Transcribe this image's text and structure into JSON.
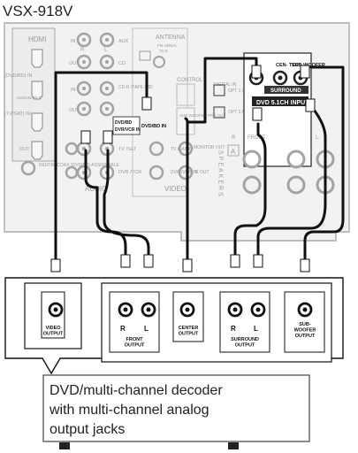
{
  "model_label": "VSX-918V",
  "receiver": {
    "hdmi_label": "HDMI",
    "hdmi_inputs": [
      "(DVD/BD) IN",
      "ASSIGNABLE",
      "(TV/SAT) IN",
      "OUT"
    ],
    "antenna_label": "ANTENNA",
    "fm_unbal_label": "FM UNBAL",
    "fm_ohm_label": "75 Ω",
    "control_label": "CONTROL",
    "audio_label": "AUDIO",
    "video_label": "VIDEO",
    "audio_jacks": [
      "AUX",
      "CD",
      "CD-R /TAPE /MD",
      "TV /SAT",
      "DVR /VCR",
      "IN",
      "OUT",
      "IN",
      "OUT"
    ],
    "audio_rl": [
      "R",
      "L"
    ],
    "dvdbd_in_label": "DVD/BD IN",
    "multi_dvd_labels": [
      "DVD/BD",
      "DVR/VCR IN"
    ],
    "video_jacks": [
      "DVD /BD IN",
      "TV /SAT IN",
      "DVR /VCR IN",
      "MONITOR OUT"
    ],
    "sub_preout_label": "SUB WOOFER PRE OUT",
    "r_out_label": "R OUT",
    "digital_in_label": "DIGITAL IN",
    "digital_coax_label": "DIGITAL COAX (DVD/BD) ASSIGNABLE",
    "opt_labels": [
      "OPT 1 (TV/SAT)",
      "OPT 2 ASSIGNABLE"
    ],
    "multi_in": {
      "center_label": "CEN- TER",
      "sub_label": "SUB WOOFER",
      "surround_label": "SURROUND",
      "title_label": "DVD 5.1CH INPUT"
    },
    "speakers_label": "SPEAKERS",
    "speaker_a_label": "A",
    "front_label": "FRONT",
    "front_rl": [
      "R",
      "L"
    ]
  },
  "player": {
    "groups": [
      {
        "name": "video",
        "label": "VIDEO OUTPUT"
      },
      {
        "name": "front",
        "label": "FRONT OUTPUT",
        "rl": [
          "R",
          "L"
        ]
      },
      {
        "name": "center",
        "label": "CENTER OUTPUT"
      },
      {
        "name": "surround",
        "label": "SURROUND OUTPUT",
        "rl": [
          "R",
          "L"
        ]
      },
      {
        "name": "subwoofer",
        "label": "SUB- WOOFER OUTPUT"
      }
    ]
  },
  "callout": {
    "lines": [
      "DVD/multi-channel decoder",
      "with multi-channel analog",
      "output jacks"
    ]
  }
}
